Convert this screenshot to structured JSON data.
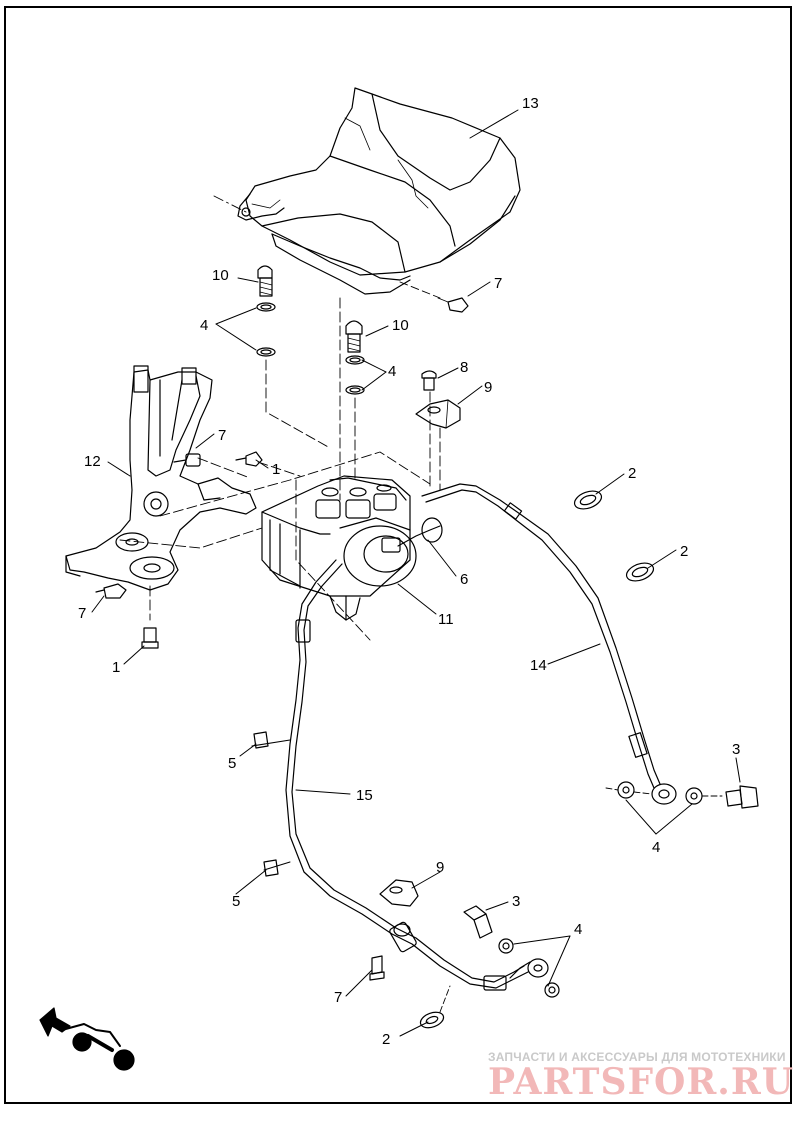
{
  "callouts": {
    "c1": "1",
    "c2": "2",
    "c3": "3",
    "c4": "4",
    "c5": "5",
    "c6": "6",
    "c7": "7",
    "c8": "8",
    "c9": "9",
    "c10": "10",
    "c11": "11",
    "c12": "12",
    "c13": "13",
    "c14": "14",
    "c15": "15"
  },
  "watermark": {
    "tagline": "ЗАПЧАСТИ И АКСЕССУАРЫ ДЛЯ МОТОТЕХНИКИ",
    "brand": "PARTSFOR.RU"
  },
  "colors": {
    "line": "#000000",
    "watermark_text": "#c9c9c9",
    "watermark_brand": "#f2b8b8"
  }
}
